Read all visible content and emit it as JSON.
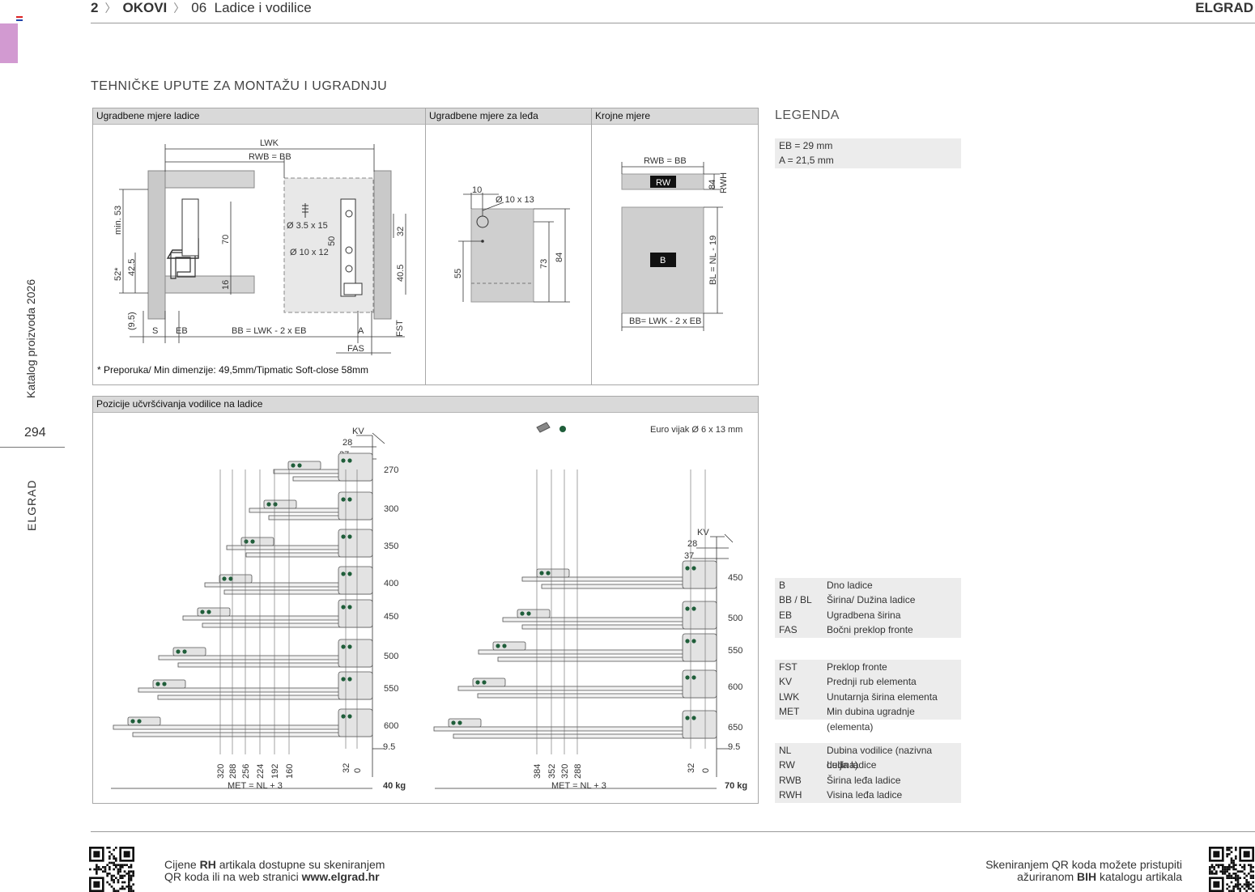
{
  "header": {
    "chapter_number": "2",
    "chapter": "OKOVI",
    "section_number": "06",
    "section": "Ladice i vodilice",
    "brand": "ELGRAD"
  },
  "side": {
    "catalog": "Katalog proizvoda 2026",
    "page_number": "294",
    "brand": "ELGRAD"
  },
  "section_title": "TEHNIČKE UPUTE ZA MONTAŽU I UGRADNJU",
  "panels": {
    "drawer_dims": {
      "title": "Ugradbene mjere ladice",
      "labels": {
        "lwk": "LWK",
        "rwb_bb": "RWB = BB",
        "min53": "min. 53",
        "d52": "52*",
        "d42": "42.5",
        "d95": "(9.5)",
        "d70": "70",
        "d16": "16",
        "screw1": "Ø 3.5 x 15",
        "screw2": "Ø 10 x 12",
        "d50": "50",
        "d32": "32",
        "d405": "40.5",
        "s": "S",
        "eb": "EB",
        "bb_formula": "BB = LWK - 2    x EB",
        "a": "A",
        "fst": "FST",
        "fas": "FAS"
      },
      "note": "* Preporuka/ Min dimenzije: 49,5mm/Tipmatic Soft-close 58mm"
    },
    "back_dims": {
      "title": "Ugradbene mjere za leđa",
      "labels": {
        "d10": "10",
        "hole": "Ø 10 x 13",
        "d55": "55",
        "d73": "73",
        "d84": "84"
      }
    },
    "cut_dims": {
      "title": "Krojne mjere",
      "labels": {
        "rwb_bb": "RWB = BB",
        "rw": "RW",
        "d84": "84",
        "rwh": "RWH",
        "b": "B",
        "bl": "BL = NL - 19",
        "bb_formula": "BB= LWK - 2 x EB"
      }
    },
    "positions": {
      "title": "Pozicije učvršćivanja vodilice na ladice",
      "screw_note": "Euro vijak Ø 6 x 13 mm",
      "kv": "KV",
      "d28": "28",
      "d37": "37",
      "d95": "9.5",
      "met": "MET = NL +     3",
      "left": {
        "lengths": [
          "270",
          "300",
          "350",
          "400",
          "450",
          "500",
          "550",
          "600"
        ],
        "bottom_dims": [
          "320",
          "288",
          "256",
          "224",
          "192",
          "160"
        ],
        "right_dims": [
          "32",
          "0"
        ],
        "load": "40  kg"
      },
      "right": {
        "lengths": [
          "450",
          "500",
          "550",
          "600",
          "650"
        ],
        "bottom_dims": [
          "384",
          "352",
          "320",
          "288"
        ],
        "right_dims": [
          "32",
          "0"
        ],
        "load": "70  kg"
      }
    }
  },
  "legend": {
    "title": "LEGENDA",
    "constants": [
      "EB = 29 mm",
      "A = 21,5 mm"
    ],
    "groups": [
      [
        [
          "B",
          "Dno ladice"
        ],
        [
          "BB / BL",
          "Širina/ Dužina ladice"
        ],
        [
          "EB",
          "Ugradbena širina"
        ],
        [
          "FAS",
          "Bočni preklop fronte"
        ]
      ],
      [
        [
          "FST",
          "Preklop fronte"
        ],
        [
          "KV",
          "Prednji rub elementa"
        ],
        [
          "LWK",
          "Unutarnja širina elementa"
        ],
        [
          "MET",
          "Min dubina ugradnje (elementa)"
        ]
      ],
      [
        [
          "NL",
          "Dubina vodilice (nazivna duljina)"
        ],
        [
          "RW",
          "Leđa ladice"
        ],
        [
          "RWB",
          "Širina leđa ladice"
        ],
        [
          "RWH",
          "Visina leđa ladice"
        ]
      ]
    ]
  },
  "footer": {
    "left_line1_pre": "Cijene ",
    "left_line1_bold": "RH",
    "left_line1_post": " artikala dostupne su skeniranjem",
    "left_line2_pre": "QR koda ili na web stranici ",
    "left_line2_bold": "www.elgrad.hr",
    "right_line1": "Skeniranjem QR koda možete pristupiti",
    "right_line2_pre": "ažuriranom ",
    "right_line2_bold": "BIH",
    "right_line2_post": " katalogu artikala"
  },
  "colors": {
    "accent_tab": "#d29ad1",
    "panel_header": "#d9d9d9",
    "legend_bg": "#ececec",
    "screw_green": "#1f5e3a"
  }
}
